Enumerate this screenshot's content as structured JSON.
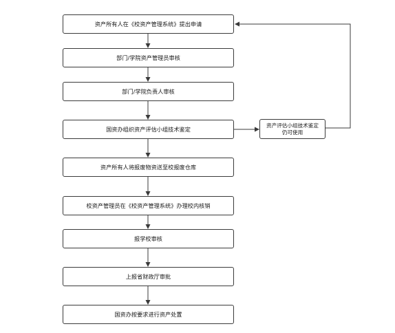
{
  "steps": [
    "资产所有人在《校资产管理系统》提出申请",
    "部门/学院资产管理员审核",
    "部门/学院负责人审核",
    "国资办组织资产评估小组技术鉴定",
    "资产所有人将报废物资送至校报废仓库",
    "校资产管理员在《校资产管理系统》办理校内核销",
    "报学校审核",
    "上报省财政厅审批",
    "国资办按要求进行资产处置"
  ],
  "side_box": {
    "line1": "资产评估小组技术鉴定",
    "line2": "仍可使用"
  },
  "colors": {
    "border": "#3a3a3a",
    "line": "#3a3a3a",
    "text": "#1a1a1a",
    "background": "#ffffff"
  }
}
